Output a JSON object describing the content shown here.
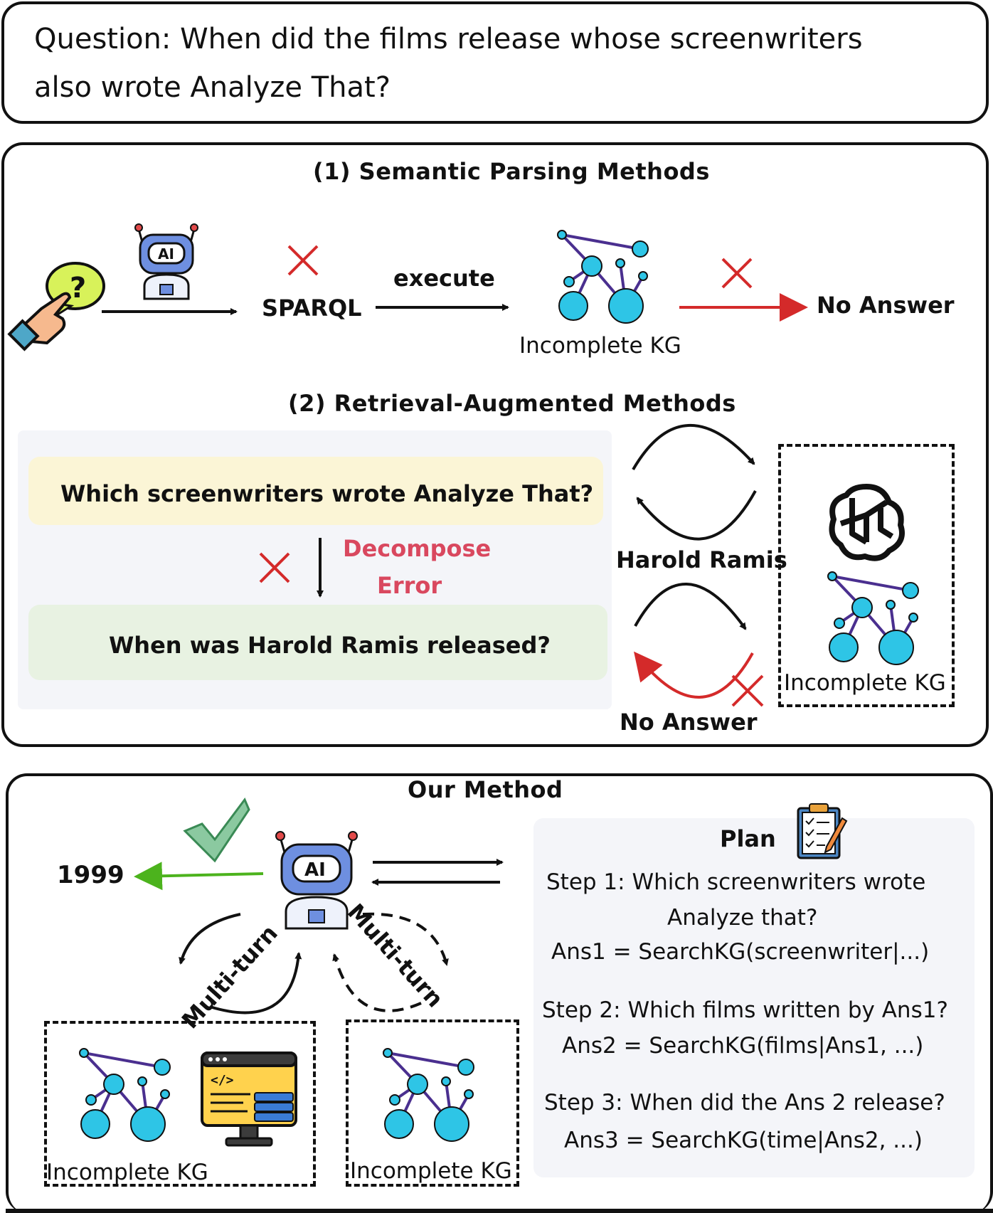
{
  "question": {
    "line1": "Question: When did the films release whose screenwriters",
    "line2": "also wrote Analyze That?"
  },
  "semantic": {
    "title": "(1) Semantic Parsing Methods",
    "sparql": "SPARQL",
    "execute": "execute",
    "kg_label": "Incomplete KG",
    "no_answer": "No Answer",
    "robot_text": "AI",
    "question_mark": "?"
  },
  "retrieval": {
    "title": "(2) Retrieval-Augmented Methods",
    "q1": "Which screenwriters wrote Analyze That?",
    "q2": "When was Harold Ramis released?",
    "decompose_line1": "Decompose",
    "decompose_line2": "Error",
    "harold": "Harold Ramis",
    "no_answer": "No Answer",
    "kg_label": "Incomplete KG"
  },
  "ours": {
    "title": "Our Method",
    "answer": "1999",
    "robot_text": "AI",
    "multi_turn_left": "Multi-turn",
    "multi_turn_right": "Multi-turn",
    "kg_left": "Incomplete KG",
    "kg_right": "Incomplete KG",
    "plan": {
      "title": "Plan",
      "step1_line1": "Step 1: Which screenwriters wrote",
      "step1_line2": "Analyze that?",
      "step1_ans": "Ans1 = SearchKG(screenwriter|...)",
      "step2_line1": "Step 2: Which films written by Ans1?",
      "step2_ans": "Ans2 = SearchKG(films|Ans1, ...)",
      "step3_line1": "Step 3: When did the Ans 2 release?",
      "step3_ans": "Ans3 = SearchKG(time|Ans2, ...)"
    }
  },
  "colors": {
    "red": "#d42a2a",
    "green": "#4cb31d",
    "node": "#2ec5e6",
    "edge": "#4a2f8f",
    "yellow_box": "#fbf5d6",
    "green_box": "#e8f2e2",
    "panel_bg": "#f4f5f9"
  },
  "icons": [
    "hand-pointing-icon",
    "robot-icon",
    "cross-icon",
    "knowledge-graph-icon",
    "openai-logo-icon",
    "check-icon",
    "clipboard-icon",
    "code-monitor-icon"
  ]
}
